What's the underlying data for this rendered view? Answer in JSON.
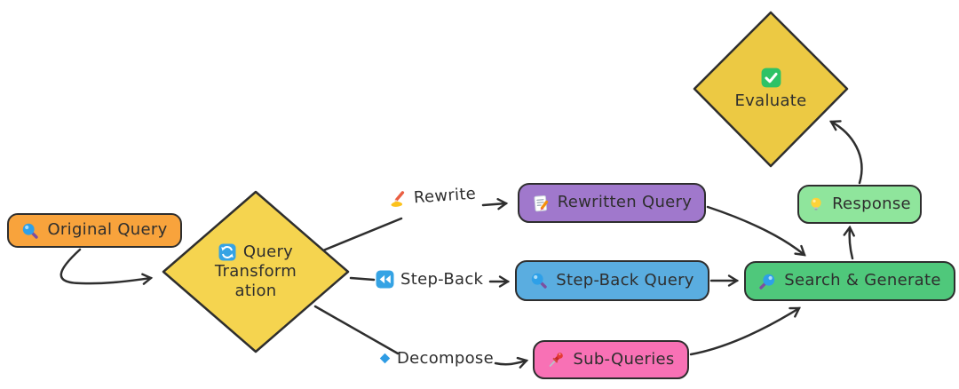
{
  "colors": {
    "stroke": "#2e2e2e",
    "text": "#2e2e2e",
    "background": "#ffffff"
  },
  "nodes": {
    "original_query": {
      "label": "Original Query",
      "icon": "magnifier-tilted-left",
      "fill": "#f8a33c"
    },
    "query_transformation": {
      "label": "Query Transformation",
      "lines": [
        "Query",
        "Transform",
        "ation"
      ],
      "icon": "counterclockwise-arrows",
      "fill": "#f5d44f"
    },
    "rewritten_query": {
      "label": "Rewritten Query",
      "icon": "memo-pencil",
      "fill": "#a078cc"
    },
    "step_back_query": {
      "label": "Step-Back Query",
      "icon": "magnifier-tilted-left",
      "fill": "#5aade0"
    },
    "sub_queries": {
      "label": "Sub-Queries",
      "icon": "pushpin",
      "fill": "#f871b5"
    },
    "search_generate": {
      "label": "Search & Generate",
      "icon": "magnifier-tilted-right",
      "fill": "#4fc87b"
    },
    "response": {
      "label": "Response",
      "icon": "light-bulb",
      "fill": "#8fe59c"
    },
    "evaluate": {
      "label": "Evaluate",
      "icon": "check-mark",
      "fill": "#ecc943"
    }
  },
  "edge_labels": {
    "rewrite": {
      "label": "Rewrite",
      "icon": "writing-hand"
    },
    "step_back": {
      "label": "Step-Back",
      "icon": "rewind-button"
    },
    "decompose": {
      "label": "Decompose",
      "icon": "small-blue-diamond"
    }
  }
}
